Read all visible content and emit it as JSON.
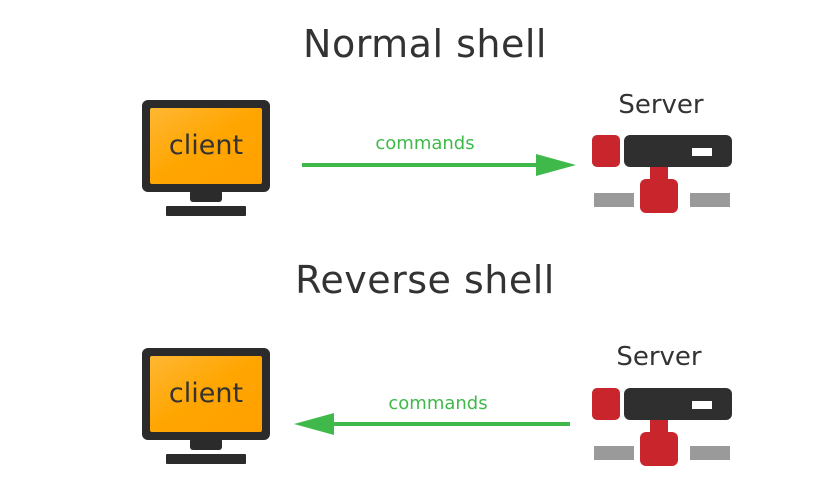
{
  "colors": {
    "text": "#333333",
    "arrow": "#3fb94a",
    "monitor_screen": "#ffa500",
    "monitor_frame": "#2b2b2b",
    "server_red": "#c9252d",
    "server_body": "#2f2f2f",
    "server_network": "#9a9a9a"
  },
  "sections": [
    {
      "title": "Normal shell",
      "client_label": "client",
      "server_label": "Server",
      "arrow_label": "commands",
      "arrow_direction": "client-to-server"
    },
    {
      "title": "Reverse shell",
      "client_label": "client",
      "server_label": "Server",
      "arrow_label": "commands",
      "arrow_direction": "server-to-client"
    }
  ]
}
